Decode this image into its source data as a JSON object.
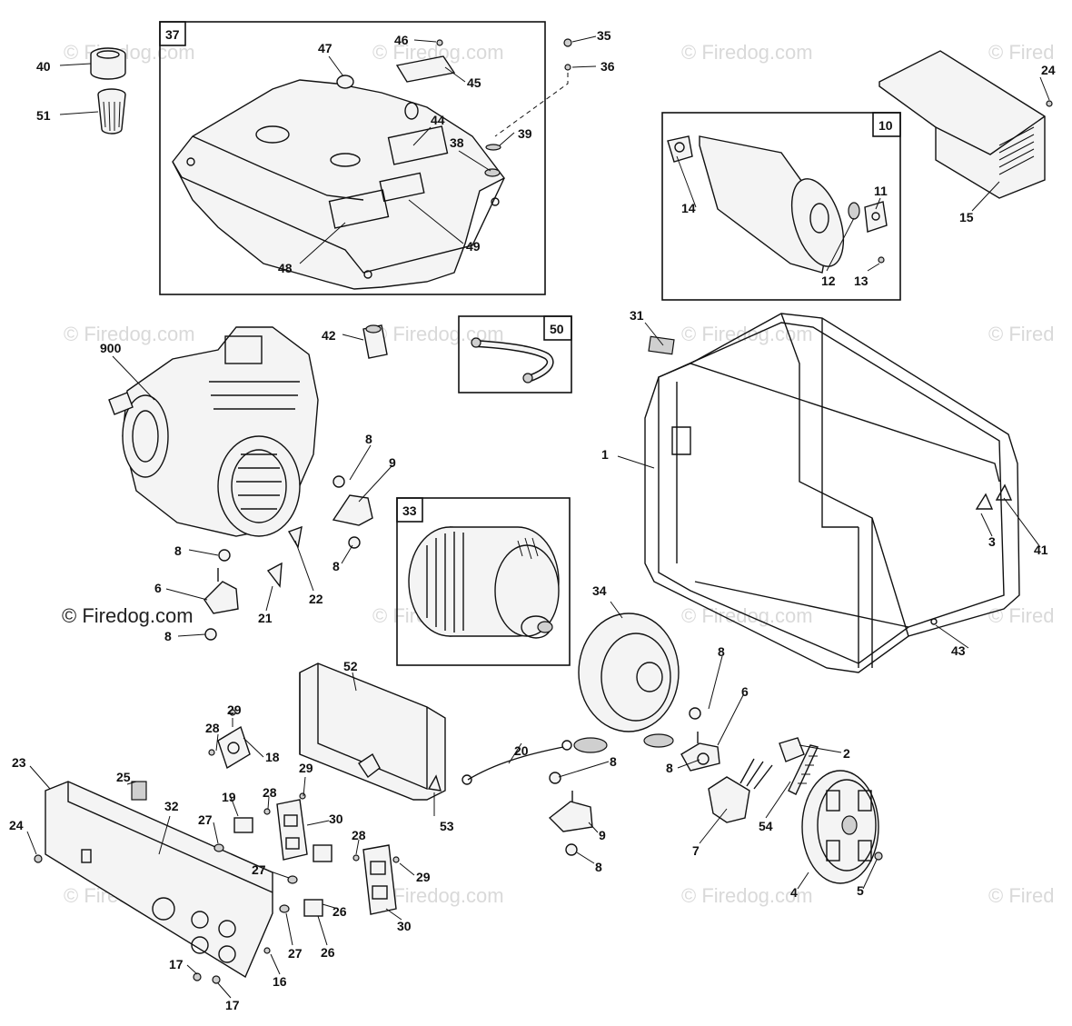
{
  "watermark": {
    "text": "© Firedog.com",
    "text_right_cut": "© Fired",
    "text_dark": "© Firedog.com"
  },
  "boxes": [
    {
      "id": "box-37",
      "label": "37"
    },
    {
      "id": "box-10",
      "label": "10"
    },
    {
      "id": "box-50",
      "label": "50"
    },
    {
      "id": "box-33",
      "label": "33"
    }
  ],
  "callouts": [
    {
      "label": "40"
    },
    {
      "label": "51"
    },
    {
      "label": "47"
    },
    {
      "label": "46"
    },
    {
      "label": "45"
    },
    {
      "label": "44"
    },
    {
      "label": "38"
    },
    {
      "label": "39"
    },
    {
      "label": "35"
    },
    {
      "label": "36"
    },
    {
      "label": "48"
    },
    {
      "label": "49"
    },
    {
      "label": "24"
    },
    {
      "label": "14"
    },
    {
      "label": "11"
    },
    {
      "label": "12"
    },
    {
      "label": "13"
    },
    {
      "label": "15"
    },
    {
      "label": "900"
    },
    {
      "label": "42"
    },
    {
      "label": "31"
    },
    {
      "label": "1"
    },
    {
      "label": "8"
    },
    {
      "label": "9"
    },
    {
      "label": "8"
    },
    {
      "label": "8"
    },
    {
      "label": "6"
    },
    {
      "label": "21"
    },
    {
      "label": "22"
    },
    {
      "label": "8"
    },
    {
      "label": "3"
    },
    {
      "label": "41"
    },
    {
      "label": "34"
    },
    {
      "label": "43"
    },
    {
      "label": "52"
    },
    {
      "label": "8"
    },
    {
      "label": "6"
    },
    {
      "label": "2"
    },
    {
      "label": "29"
    },
    {
      "label": "28"
    },
    {
      "label": "18"
    },
    {
      "label": "25"
    },
    {
      "label": "23"
    },
    {
      "label": "32"
    },
    {
      "label": "20"
    },
    {
      "label": "8"
    },
    {
      "label": "8"
    },
    {
      "label": "29"
    },
    {
      "label": "28"
    },
    {
      "label": "19"
    },
    {
      "label": "27"
    },
    {
      "label": "30"
    },
    {
      "label": "53"
    },
    {
      "label": "9"
    },
    {
      "label": "7"
    },
    {
      "label": "54"
    },
    {
      "label": "24"
    },
    {
      "label": "28"
    },
    {
      "label": "27"
    },
    {
      "label": "29"
    },
    {
      "label": "8"
    },
    {
      "label": "4"
    },
    {
      "label": "5"
    },
    {
      "label": "26"
    },
    {
      "label": "27"
    },
    {
      "label": "26"
    },
    {
      "label": "30"
    },
    {
      "label": "16"
    },
    {
      "label": "17"
    },
    {
      "label": "17"
    }
  ]
}
